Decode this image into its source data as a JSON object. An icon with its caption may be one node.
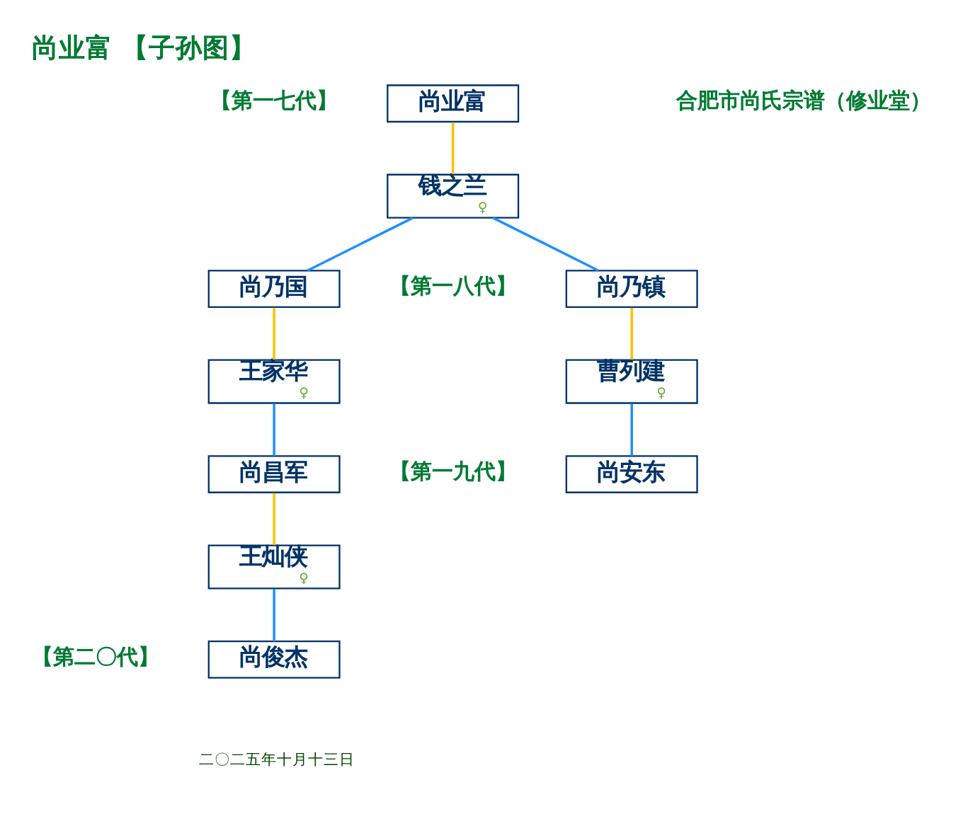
{
  "diagram": {
    "title": "尚业富 【子孙图】",
    "nodes": [
      {
        "text": [
          "尚业富"
        ]
      },
      {
        "text": [
          "钱之兰",
          "♀"
        ]
      },
      {
        "text": [
          "尚乃国"
        ]
      },
      {
        "text": [
          "尚乃镇"
        ]
      },
      {
        "text": [
          "王家华",
          "♀"
        ]
      },
      {
        "text": [
          "曹列建",
          "♀"
        ]
      },
      {
        "text": [
          "尚昌军"
        ]
      },
      {
        "text": [
          "尚安东"
        ]
      },
      {
        "text": [
          "王灿侠",
          "♀"
        ]
      },
      {
        "text": [
          "尚俊杰"
        ]
      }
    ],
    "edges": [
      {
        "from": 0,
        "to": 1,
        "arrow": "none",
        "color": "#ffc000"
      },
      {
        "from": 1,
        "to": 2,
        "arrow": "none"
      },
      {
        "from": 1,
        "to": 3,
        "arrow": "none"
      },
      {
        "from": 2,
        "to": 4,
        "arrow": "none",
        "color": "#ffc000"
      },
      {
        "from": 3,
        "to": 5,
        "arrow": "none",
        "color": "#ffc000"
      },
      {
        "from": 4,
        "to": 6,
        "arrow": "none"
      },
      {
        "from": 5,
        "to": 7,
        "arrow": "none"
      },
      {
        "from": 6,
        "to": 8,
        "arrow": "none",
        "color": "#ffc000"
      },
      {
        "from": 8,
        "to": 9,
        "arrow": "none"
      }
    ],
    "labels": [
      "合肥市尚氏宗谱（修业堂）",
      "【第一七代】",
      "【第一八代】",
      "【第一九代】",
      "【第二〇代】",
      "二〇二五年十月十三日"
    ]
  }
}
